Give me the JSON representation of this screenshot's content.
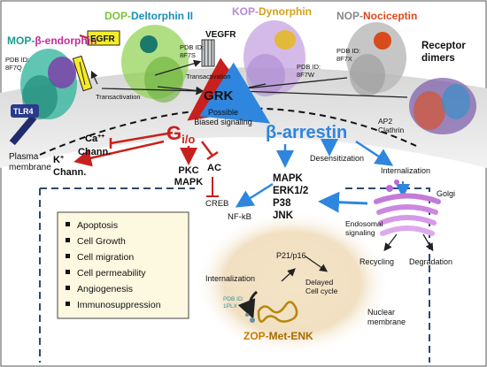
{
  "receptors": {
    "mop": {
      "prefix": "MOP-",
      "ligand": "β-endorphin",
      "pdb": "PDB ID:\n8F7Q"
    },
    "dop": {
      "prefix": "DOP-",
      "ligand": "Deltorphin II",
      "pdb": "PDB ID:\n8F7S"
    },
    "kop": {
      "prefix": "KOP-",
      "ligand": "Dynorphin",
      "pdb": "PDB ID:\n8F7W"
    },
    "nop": {
      "prefix": "NOP-",
      "ligand": "Nociceptin",
      "pdb": "PDB ID:\n8F7X"
    },
    "dimers": "Receptor\ndimers"
  },
  "labels": {
    "egfr": "EGFR",
    "vegfr": "VEGFR",
    "transactivation_1": "Transactivation",
    "transactivation_2": "Transactivation",
    "tlr4": "TLR4",
    "plasma_membrane": "Plasma\nmembrane",
    "grk": "GRK",
    "biased": "Possible\nBiased signaling",
    "gio": "G",
    "gio_sub": "i/o",
    "barrestin": "β-arrestin",
    "ap2": "AP2\nClathrin",
    "ca": "Ca",
    "ca_sup": "++",
    "ca_chann": "Chann.",
    "k": "K",
    "k_sup": "+",
    "k_chann": "Chann.",
    "pkc_mapk": "PKC\nMAPK",
    "ac": "AC",
    "creb": "CREB",
    "desensitization": "Desensitization",
    "internalization": "Internalization",
    "mapk_list": "MAPK\nERK1/2\nP38\nJNK",
    "nfkb": "NF-kB",
    "golgi": "Golgi",
    "endosomal": "Endosomal\nsignaling",
    "recycling": "Recycling",
    "degradation": "Degradation",
    "p21": "P21/p16",
    "internalization_nuc": "Internalization",
    "delayed": "Delayed\nCell cycle",
    "nuclear_membrane": "Nuclear\nmembrane",
    "zop_pdb": "PDB ID:\n1PLX",
    "zop_prefix": "ZOP-",
    "zop_ligand": "Met-ENK"
  },
  "effects": [
    "Apoptosis",
    "Cell Growth",
    "Cell migration",
    "Cell permeability",
    "Angiogenesis",
    "Immunosuppression"
  ],
  "colors": {
    "mop": "#1a9e8a",
    "dop": "#7cc23a",
    "kop": "#b58ad6",
    "nop": "#888888",
    "gio": "#c8201e",
    "barrestin": "#2e86de",
    "zop_prefix": "#c97a00",
    "zop_ligand": "#a86a00",
    "nociceptin": "#e04a1c",
    "dynorphin": "#d4a017"
  }
}
